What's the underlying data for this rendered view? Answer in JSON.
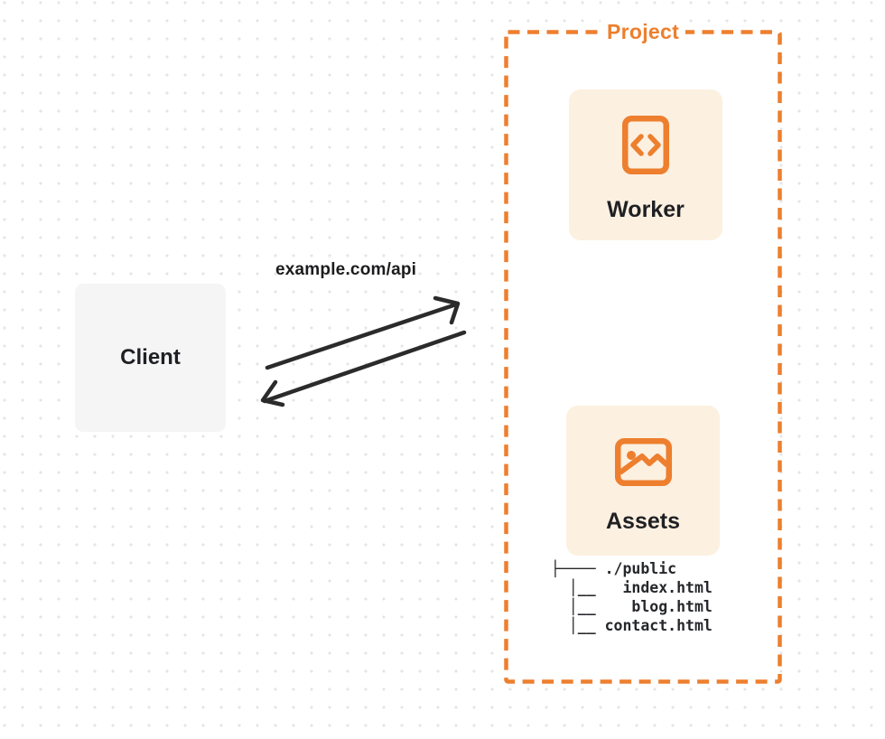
{
  "project": {
    "label": "Project"
  },
  "client": {
    "label": "Client"
  },
  "worker": {
    "label": "Worker"
  },
  "assets": {
    "label": "Assets"
  },
  "request_label": "example.com/api",
  "file_tree": {
    "lines": [
      "├──── ./public",
      "  │__   index.html",
      "  │__    blog.html",
      "  │__ contact.html"
    ]
  },
  "icons": {
    "worker": "code-icon",
    "assets": "image-icon"
  },
  "colors": {
    "accent_orange": "#ED7F2E",
    "card_cream": "#FCF0E1",
    "client_gray": "#F5F5F6",
    "ink": "#1F2023",
    "arrow": "#2B2B2B",
    "dot_grid": "#E5E5E8"
  }
}
